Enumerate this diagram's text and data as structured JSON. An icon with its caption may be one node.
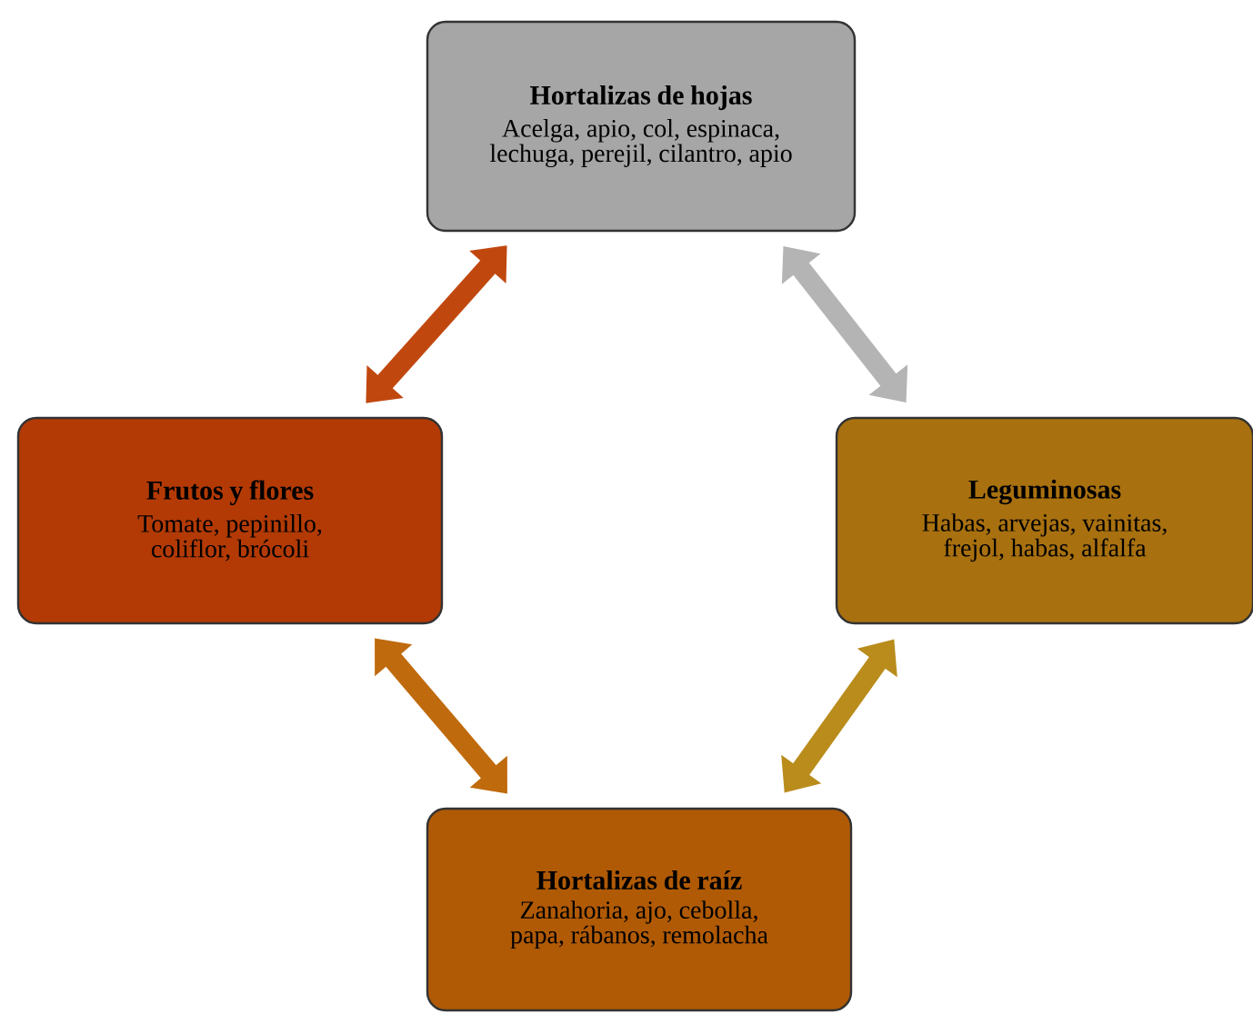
{
  "diagram": {
    "nodes": [
      {
        "text": [
          "Hortalizas de hojas",
          "Acelga, apio, col, espinaca, lechuga, perejil, cilantro, apio"
        ]
      },
      {
        "text": [
          "Frutos y flores",
          "Tomate, pepinillo, coliflor, brócoli"
        ]
      },
      {
        "text": [
          "Leguminosas",
          "Habas, arvejas, vainitas, frejol, habas, alfalfa"
        ]
      },
      {
        "text": [
          "Hortalizas de raíz",
          "Zanahoria, ajo, cebolla, papa, rábanos, remolacha"
        ]
      }
    ],
    "edges": [
      {
        "from": 0,
        "to": 1,
        "arrow": "both",
        "color": "#c0480f"
      },
      {
        "from": 0,
        "to": 2,
        "arrow": "both",
        "color": "#b4b4b4"
      },
      {
        "from": 1,
        "to": 3,
        "arrow": "both",
        "color": "#bf6a0c"
      },
      {
        "from": 2,
        "to": 3,
        "arrow": "both",
        "color": "#b98c1c"
      }
    ]
  }
}
